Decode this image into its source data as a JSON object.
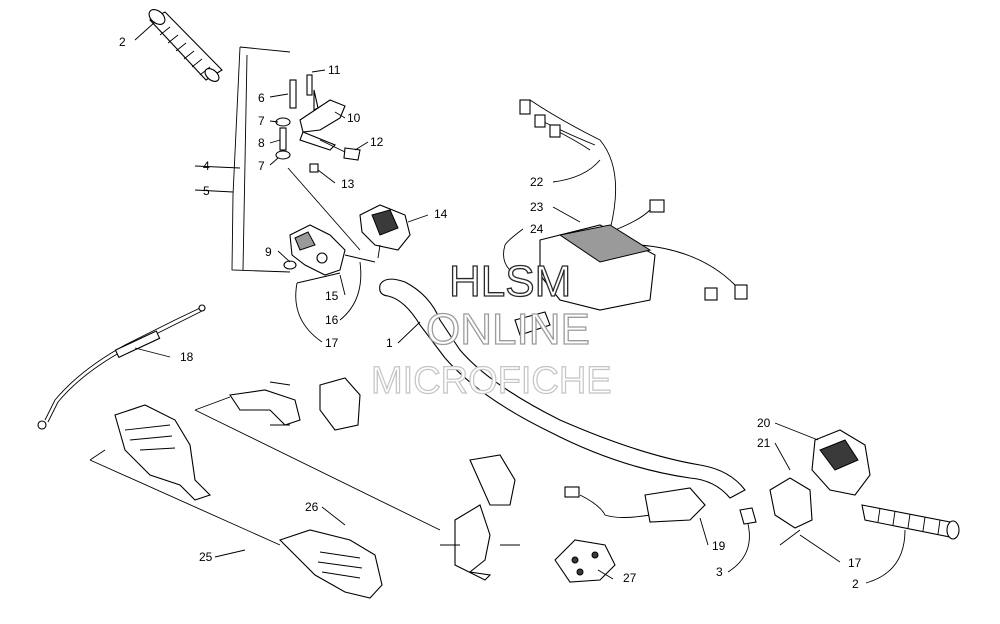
{
  "callouts": {
    "c1": "1",
    "c2a": "2",
    "c2b": "2",
    "c3": "3",
    "c4": "4",
    "c5": "5",
    "c6": "6",
    "c7a": "7",
    "c7b": "7",
    "c8": "8",
    "c9": "9",
    "c10": "10",
    "c11": "11",
    "c12": "12",
    "c13": "13",
    "c14": "14",
    "c15": "15",
    "c16": "16",
    "c17a": "17",
    "c17b": "17",
    "c18": "18",
    "c19": "19",
    "c20": "20",
    "c21": "21",
    "c22": "22",
    "c23": "23",
    "c24": "24",
    "c25": "25",
    "c26": "26",
    "c27": "27"
  },
  "watermark": {
    "line1": "HLSM",
    "line2": "ONLINE",
    "line3": "MICROFICHE"
  }
}
